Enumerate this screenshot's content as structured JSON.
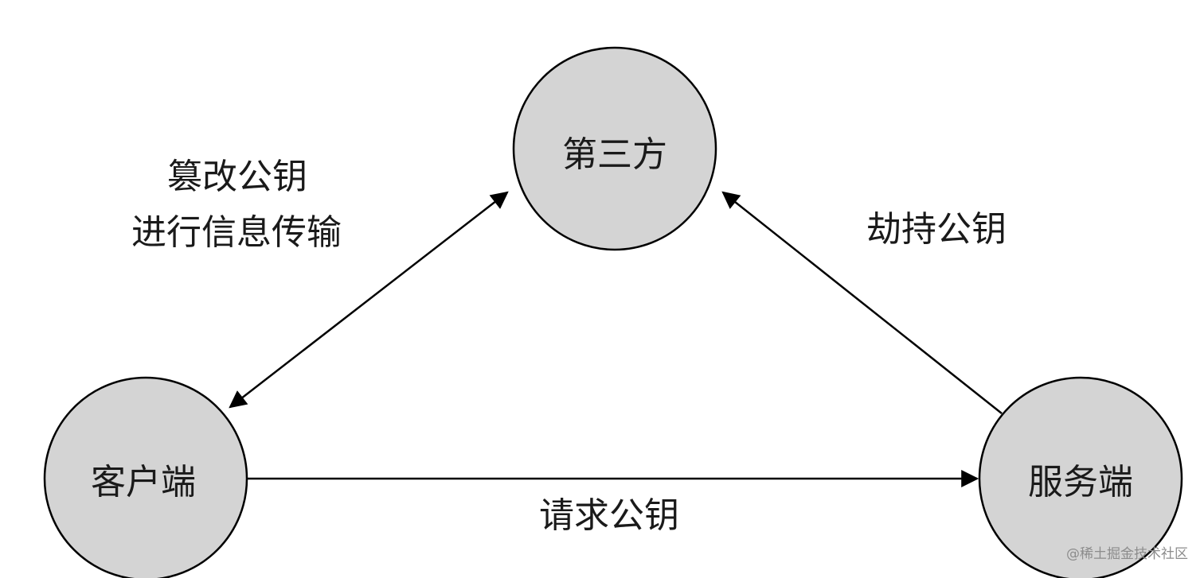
{
  "nodes": {
    "third_party": "第三方",
    "client": "客户端",
    "server": "服务端"
  },
  "edges": {
    "tamper": {
      "line1": "篡改公钥",
      "line2": "进行信息传输"
    },
    "hijack": "劫持公钥",
    "request": "请求公钥"
  },
  "watermark": "@稀土掘金技术社区",
  "colors": {
    "node_fill": "#d4d4d4",
    "stroke": "#000000",
    "text": "#1a1a1a"
  }
}
